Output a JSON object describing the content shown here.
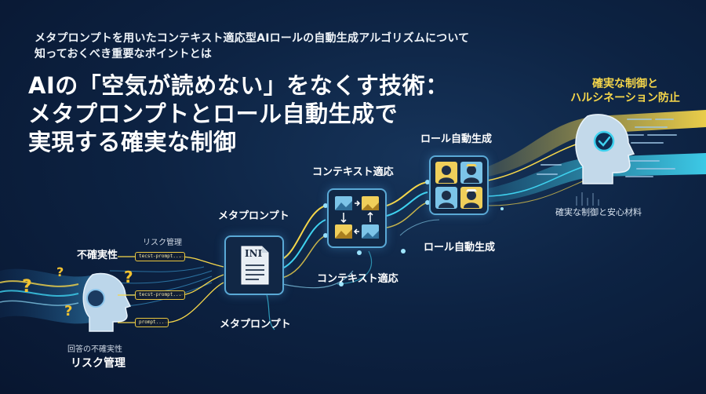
{
  "subtitle_lines": [
    "メタプロンプトを用いたコンテキスト適応型AIロールの自動生成アルゴリズムについて",
    "知っておくべき重要なポイントとは"
  ],
  "headline_lines": [
    "AIの「空気が読めない」をなくす技術：",
    "メタプロンプトとロール自動生成で",
    "実現する確実な制御"
  ],
  "stages": {
    "uncertainty": {
      "label": "不確実性",
      "risk_label": "リスク管理",
      "bottom_small": "回答の不確実性",
      "bottom_large": "リスク管理",
      "prompt_chips": [
        "tecst-prompt...",
        "tecst-prompt...",
        "prompt..."
      ]
    },
    "meta_prompt": {
      "label_top": "メタプロンプト",
      "label_bottom": "メタプロンプト",
      "doc_text": "INI"
    },
    "context": {
      "label_top": "コンテキスト適応",
      "label_bottom": "コンテキスト適応"
    },
    "roles": {
      "label_top": "ロール自動生成",
      "label_bottom": "ロール自動生成"
    },
    "result": {
      "label_lines": [
        "確実な制御と",
        "ハルシネーション防止"
      ],
      "bottom_label": "確実な制御と安心材料"
    }
  },
  "colors": {
    "background": "#0d2343",
    "accent_yellow": "#f5d64a",
    "accent_cyan": "#3fd2ef",
    "node_border": "#5aa9d6",
    "question_mark": "#f2c230"
  },
  "icons": [
    "question-mark-icon",
    "document-icon",
    "image-icon",
    "person-icon",
    "checkmark-icon",
    "head-profile-icon"
  ]
}
